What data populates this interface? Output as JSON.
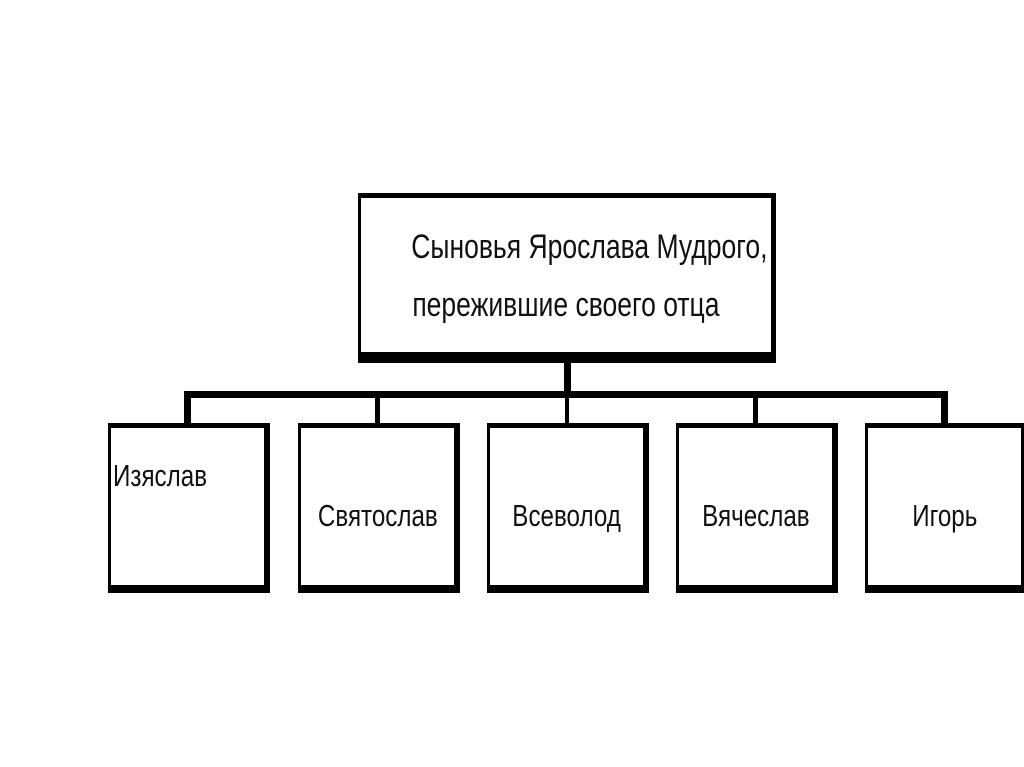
{
  "root": {
    "line1": "Сыновья Ярослава Мудрого,",
    "line2": "пережившие своего отца"
  },
  "children": [
    {
      "label": "Изяслав"
    },
    {
      "label": "Святослав"
    },
    {
      "label": "Всеволод"
    },
    {
      "label": "Вячеслав"
    },
    {
      "label": "Игорь"
    }
  ]
}
